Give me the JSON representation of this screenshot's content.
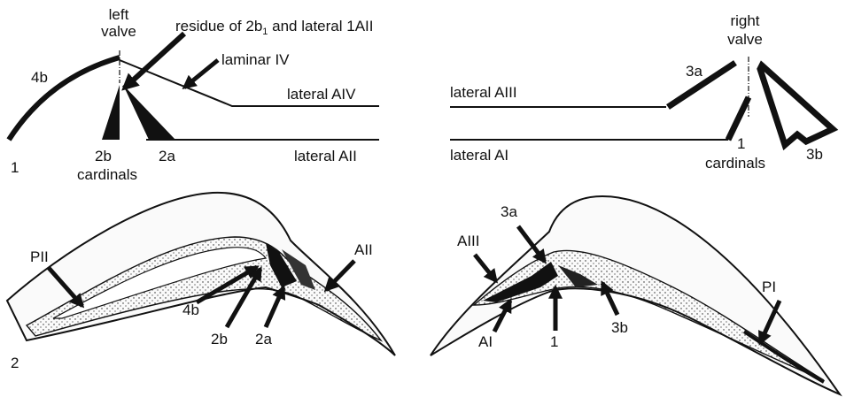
{
  "figure": {
    "panel1_number": "1",
    "panel2_number": "2",
    "left": {
      "valve_line1": "left",
      "valve_line2": "valve",
      "residue_prefix": "residue of 2b",
      "residue_sub": "1",
      "residue_suffix": " and lateral 1AII",
      "laminar": "laminar IV",
      "tooth_4b": "4b",
      "lateral_aiv": "lateral AIV",
      "lateral_aii": "lateral AII",
      "tooth_2b": "2b",
      "tooth_2a": "2a",
      "cardinals": "cardinals"
    },
    "right": {
      "valve_line1": "right",
      "valve_line2": "valve",
      "tooth_3a": "3a",
      "lateral_aiii": "lateral AIII",
      "lateral_ai": "lateral AI",
      "tooth_1": "1",
      "cardinals": "cardinals",
      "tooth_3b": "3b"
    },
    "shell_left": {
      "pii": "PII",
      "aii": "AII",
      "t4b": "4b",
      "t2b": "2b",
      "t2a": "2a"
    },
    "shell_right": {
      "t3a": "3a",
      "aiii": "AIII",
      "ai": "AI",
      "t1": "1",
      "t3b": "3b",
      "pi": "PI"
    },
    "colors": {
      "ink": "#111111",
      "paper": "#ffffff",
      "fill_light": "#f4f4f4"
    }
  }
}
